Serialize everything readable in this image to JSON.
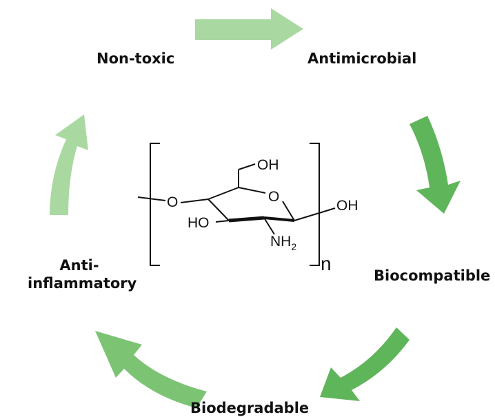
{
  "properties": {
    "non_toxic": "Non-toxic",
    "antimicrobial": "Antimicrobial",
    "biocompatible": "Biocompatible",
    "biodegradable": "Biodegradable",
    "anti_inflammatory_line1": "Anti-",
    "anti_inflammatory_line2": "inflammatory"
  },
  "structure": {
    "oh_top": "OH",
    "o_ring": "O",
    "o_link": "O",
    "oh_left": "HO",
    "oh_right": "OH",
    "nh": "NH",
    "nh_sub": "2",
    "repeat": "n"
  },
  "colors": {
    "arrow_dark": "#5fb55a",
    "arrow_light": "#a9d9a1",
    "arrow_mid": "#7cc474"
  }
}
